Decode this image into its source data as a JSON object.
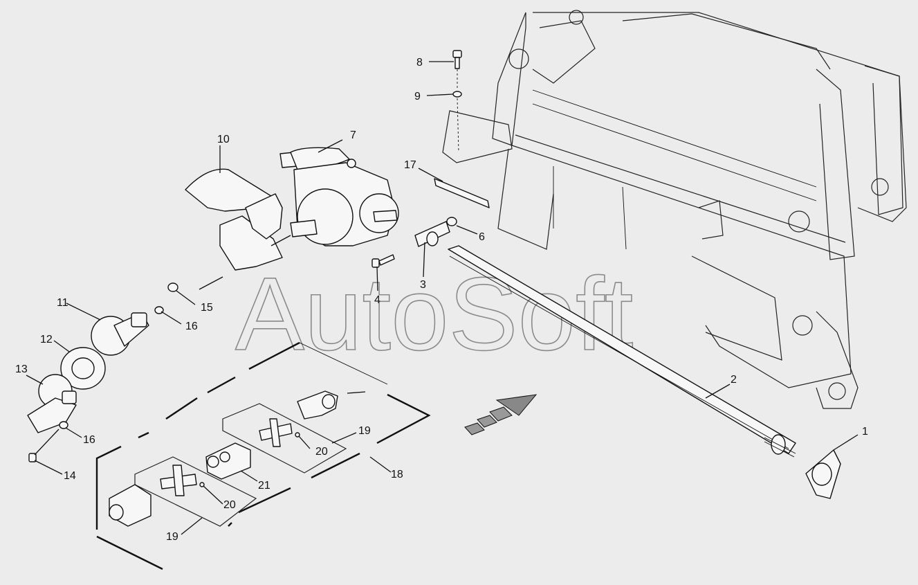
{
  "watermark": "AutoSoft",
  "callouts": [
    {
      "id": "1",
      "label": "1"
    },
    {
      "id": "2",
      "label": "2"
    },
    {
      "id": "3",
      "label": "3"
    },
    {
      "id": "4",
      "label": "4"
    },
    {
      "id": "6",
      "label": "6"
    },
    {
      "id": "7",
      "label": "7"
    },
    {
      "id": "8",
      "label": "8"
    },
    {
      "id": "9",
      "label": "9"
    },
    {
      "id": "10",
      "label": "10"
    },
    {
      "id": "11",
      "label": "11"
    },
    {
      "id": "12",
      "label": "12"
    },
    {
      "id": "13",
      "label": "13"
    },
    {
      "id": "14",
      "label": "14"
    },
    {
      "id": "15",
      "label": "15"
    },
    {
      "id": "16a",
      "label": "16"
    },
    {
      "id": "16b",
      "label": "16"
    },
    {
      "id": "17",
      "label": "17"
    },
    {
      "id": "18",
      "label": "18"
    },
    {
      "id": "19a",
      "label": "19"
    },
    {
      "id": "19b",
      "label": "19"
    },
    {
      "id": "20a",
      "label": "20"
    },
    {
      "id": "20b",
      "label": "20"
    },
    {
      "id": "21",
      "label": "21"
    }
  ],
  "icons": {
    "direction_arrow": "forward-direction-arrow-icon"
  }
}
